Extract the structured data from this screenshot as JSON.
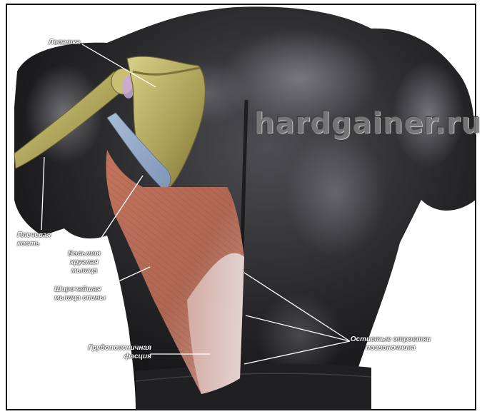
{
  "watermark": "hardgainer.ru",
  "labels": {
    "scapula": "Лопатка",
    "humerus": "Плечевая\nкость",
    "teres_major": "Большая\nкруглая\nмышца",
    "latissimus": "Широчайшая\nмышца спины",
    "fascia": "Грудопоясничная\nфасция",
    "spinous": "Остистые отростки\nпозвоночника"
  },
  "colors": {
    "frame": "#111111",
    "background": "#ffffff",
    "back_dark": "#1c1c1e",
    "back_highlight": "#5a5a5e",
    "bone": "#b5ad62",
    "muscle": "#b8705e",
    "teres": "#8fa6c4",
    "fascia": "#d9c7c3",
    "leader": "#ffffff"
  }
}
